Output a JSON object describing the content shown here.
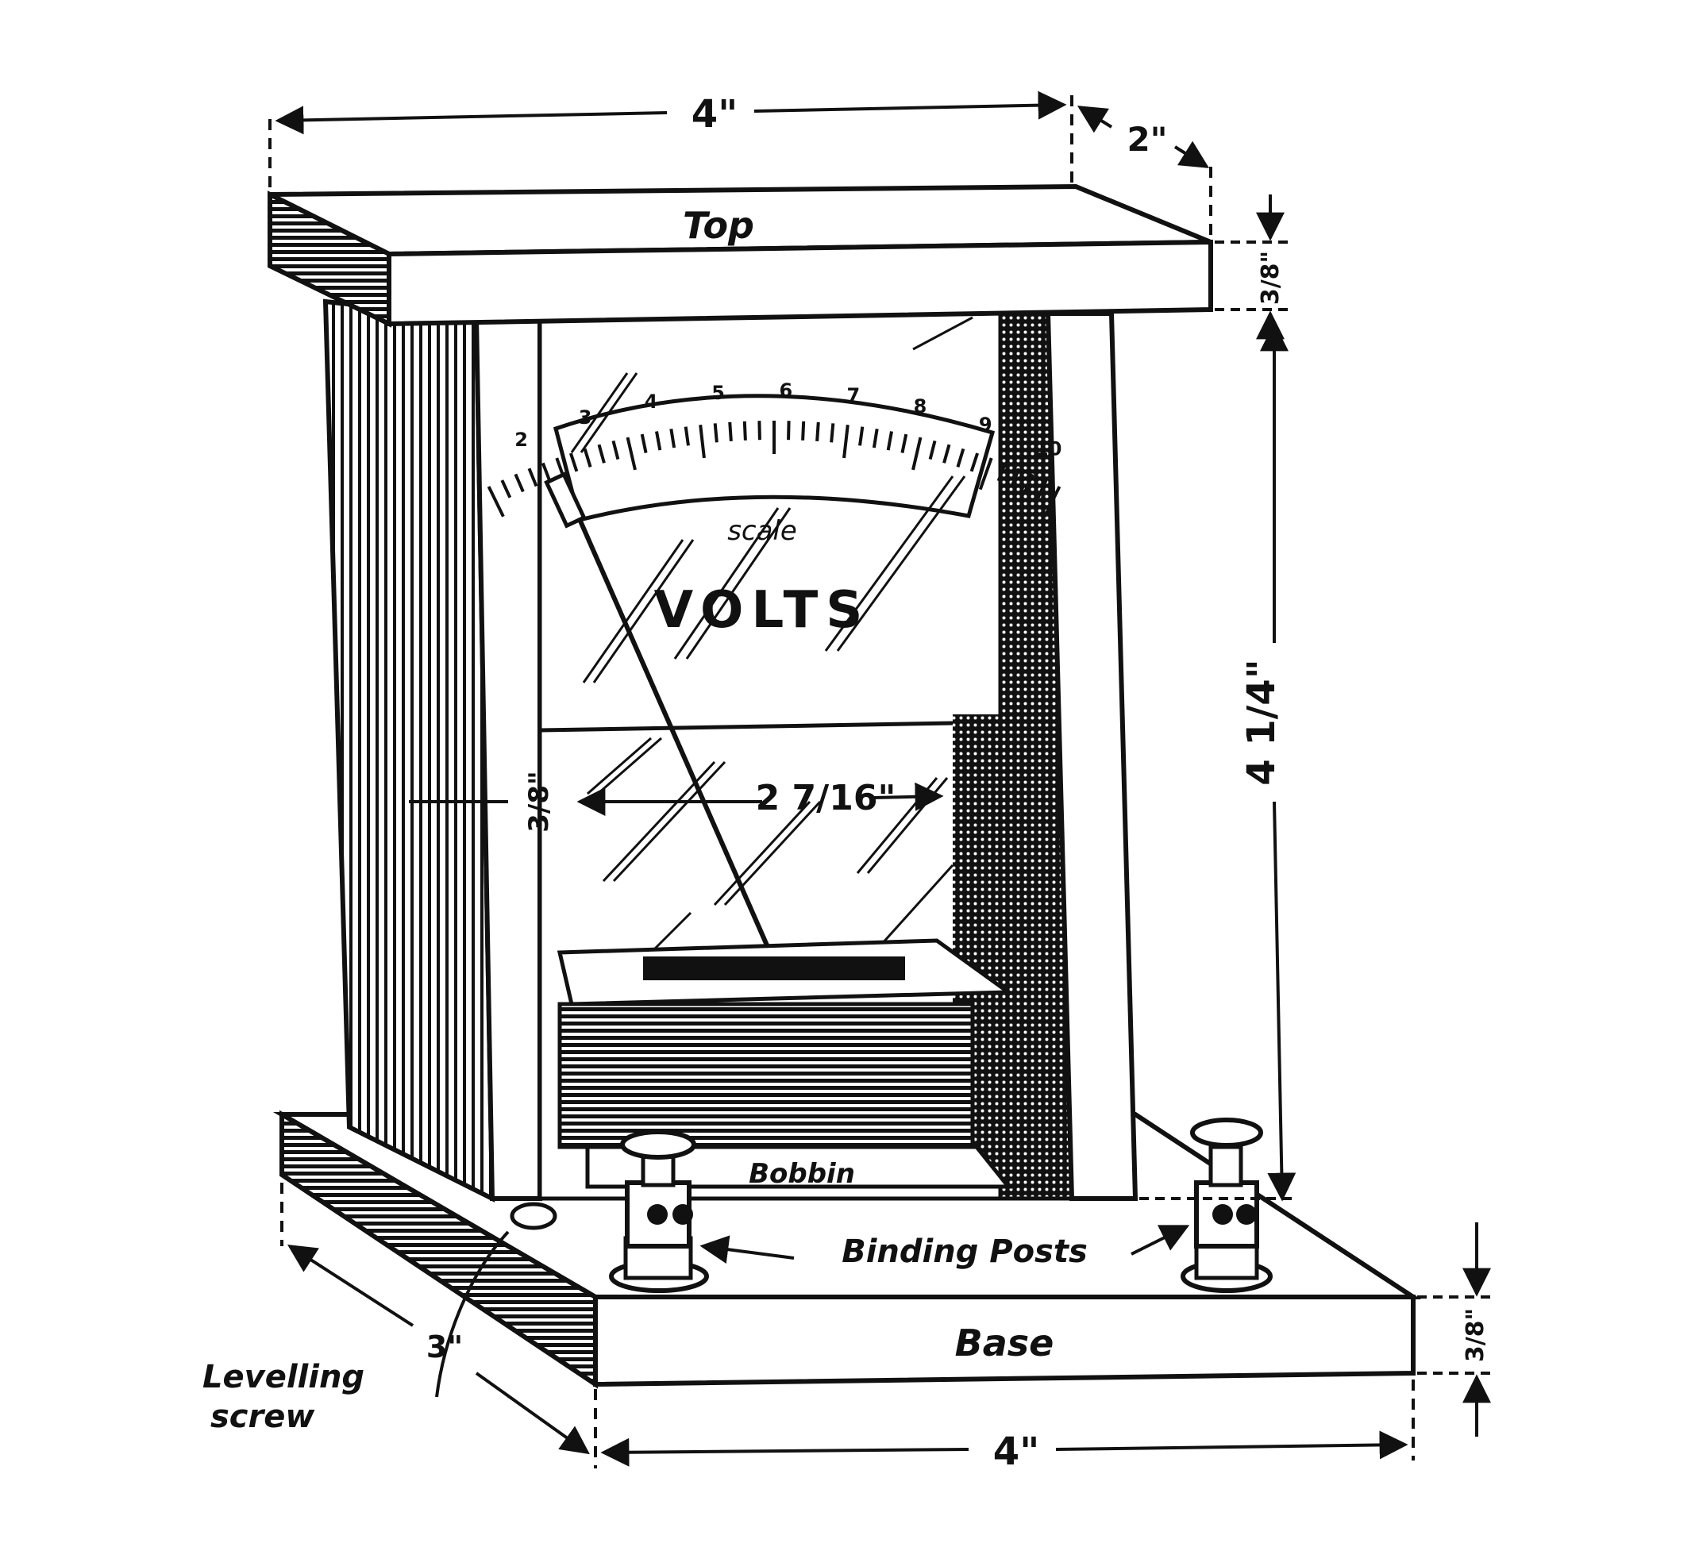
{
  "colors": {
    "ink": "#111111",
    "paper": "#ffffff"
  },
  "labels": {
    "top": "Top",
    "base": "Base",
    "scale": "scale",
    "volts": "VOLTS",
    "bobbin": "Bobbin",
    "binding_posts": "Binding Posts",
    "levelling_line1": "Levelling",
    "levelling_line2": "screw"
  },
  "dimensions": {
    "top_width": "4\"",
    "top_depth": "2\"",
    "top_thickness": "3/8\"",
    "height": "4 1/4\"",
    "inner_height": "3/8\"",
    "inner_width": "2 7/16\"",
    "base_depth": "3\"",
    "base_width": "4\"",
    "base_thickness": "3/8\""
  },
  "scale": {
    "numbers": [
      "2",
      "3",
      "4",
      "5",
      "6",
      "7",
      "8",
      "9",
      "10"
    ]
  }
}
